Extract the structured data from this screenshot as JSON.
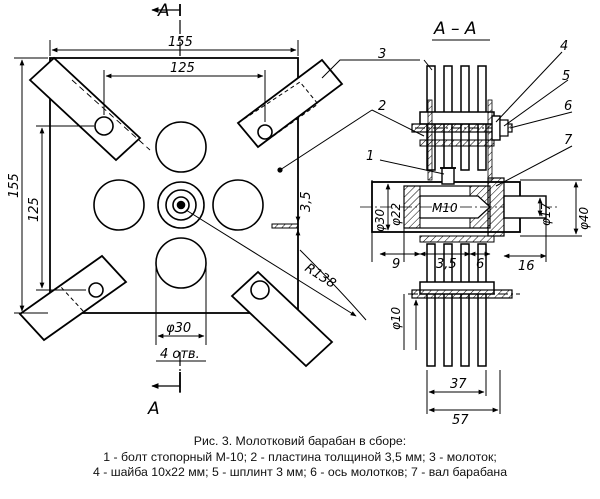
{
  "labels": {
    "section_mark_top": "A",
    "section_mark_bottom": "A",
    "section_title": "A – A",
    "dim_155_horizontal": "155",
    "dim_125_horizontal": "125",
    "dim_155_vertical": "155",
    "dim_125_vertical": "125",
    "dim_3_5_plate": "3,5",
    "dim_r138": "R138",
    "dim_dia30_front": "φ30",
    "note_holes": "4 отв.",
    "callout_1": "1",
    "callout_2": "2",
    "callout_3": "3",
    "callout_4": "4",
    "callout_5": "5",
    "callout_6": "6",
    "callout_7": "7",
    "thread_m10": "M10",
    "dim_dia30_section": "φ30",
    "dim_dia22": "φ22",
    "dim_dia17": "φ17",
    "dim_dia40": "φ40",
    "dim_9": "9",
    "dim_3_5_section": "3,5",
    "dim_6": "6",
    "dim_16": "16",
    "dim_dia10": "φ10",
    "dim_37": "37",
    "dim_57": "57"
  },
  "caption": {
    "line1": "Рис. 3. Молотковий барабан в сборе:",
    "line2": "1 - болт стопорный М-10; 2 - пластина толщиной 3,5 мм; 3 - молоток;",
    "line3": "4 - шайба 10х22 мм; 5 - шплинт 3 мм; 6 - ось молотков; 7 - вал барабана"
  }
}
